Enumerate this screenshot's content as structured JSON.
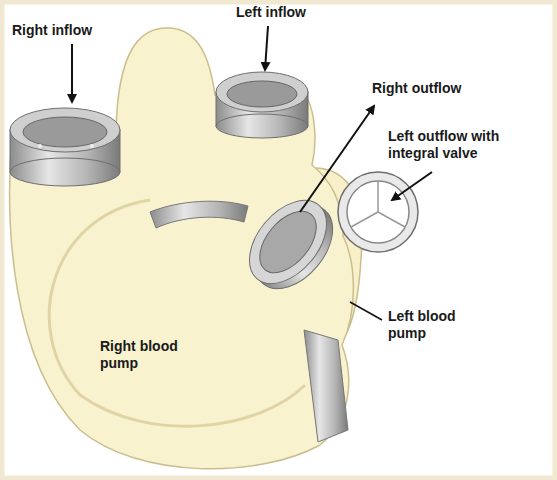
{
  "diagram": {
    "labels": [
      "Right inflow",
      "Left inflow",
      "Right outflow",
      "Left outflow with integral valve",
      "Left blood pump",
      "Right blood pump"
    ]
  }
}
